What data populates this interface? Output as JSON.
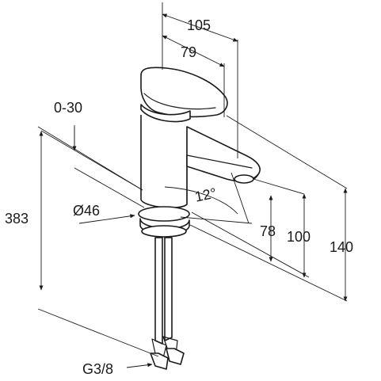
{
  "dimensions": {
    "width_105": "105",
    "width_79": "79",
    "range_0_30": "0-30",
    "height_383": "383",
    "diameter_46": "Ø46",
    "angle_12": "12°",
    "height_78": "78",
    "height_100": "100",
    "height_140": "140",
    "thread_g38": "G3/8"
  },
  "colors": {
    "ink": "#1a1a1a",
    "background": "#ffffff"
  }
}
